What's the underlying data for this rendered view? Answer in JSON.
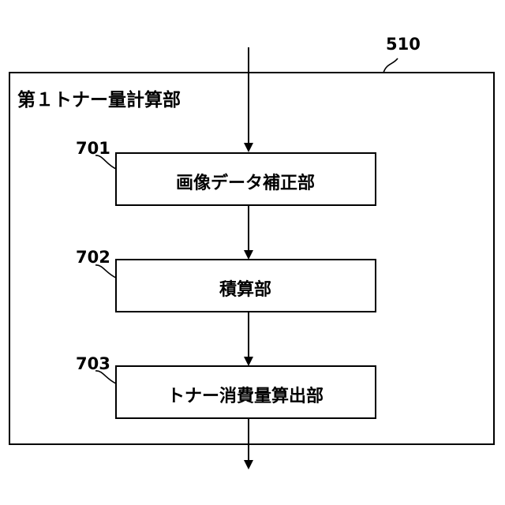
{
  "container": {
    "ref": "510",
    "title": "第１トナー量計算部"
  },
  "blocks": [
    {
      "ref": "701",
      "label": "画像データ補正部"
    },
    {
      "ref": "702",
      "label": "積算部"
    },
    {
      "ref": "703",
      "label": "トナー消費量算出部"
    }
  ],
  "colors": {
    "stroke": "#000000",
    "background": "#ffffff"
  }
}
